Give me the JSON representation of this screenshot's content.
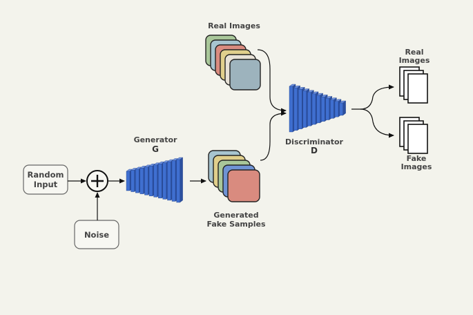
{
  "nodes": {
    "random_input": {
      "line1": "Random",
      "line2": "Input"
    },
    "noise": {
      "label": "Noise"
    },
    "generator": {
      "title": "Generator",
      "symbol": "G"
    },
    "real_images_top": {
      "label": "Real Images"
    },
    "generated": {
      "line1": "Generated",
      "line2": "Fake Samples"
    },
    "discriminator": {
      "title": "Discriminator",
      "symbol": "D"
    },
    "out_real": {
      "line1": "Real",
      "line2": "Images"
    },
    "out_fake": {
      "line1": "Fake",
      "line2": "Images"
    }
  },
  "colors": {
    "background": "#f3f3ec",
    "box_fill": "#f7f7f2",
    "box_stroke": "#666666",
    "arrow": "#111111",
    "layer_front": "#3f6fd0",
    "layer_side": "#2b4f9e",
    "layer_top": "#6f93e0",
    "real_stack": [
      "#a9c79a",
      "#a7c4cf",
      "#d98b7f",
      "#e0cf8c",
      "#e8e2d7",
      "#9db3bd"
    ],
    "fake_stack": [
      "#a7c4cf",
      "#e0cf8c",
      "#a9c79a",
      "#6f93d4",
      "#d98b7f"
    ]
  }
}
